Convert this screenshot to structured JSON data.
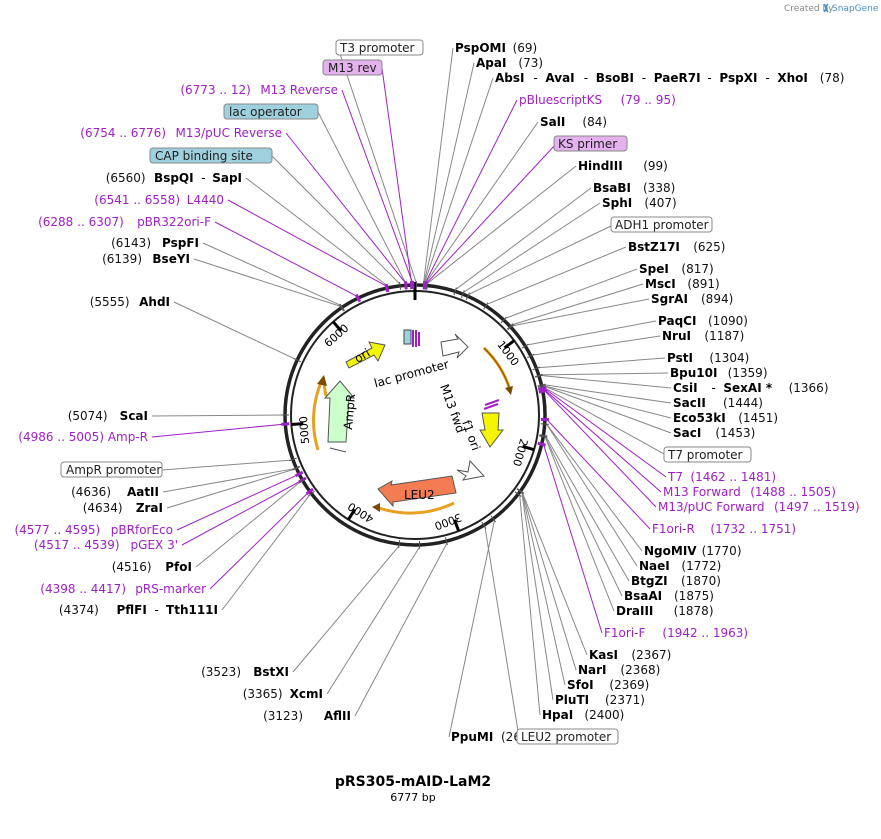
{
  "watermark": {
    "created_by": "Created by",
    "brand": "SnapGene"
  },
  "plasmid": {
    "name": "pRS305-mAID-LaM2",
    "size": "6777 bp"
  },
  "ticks": [
    "1000",
    "2000",
    "3000",
    "4000",
    "5000",
    "6000"
  ],
  "features": [
    {
      "id": "ori",
      "label": "ori",
      "color": "#f5f500"
    },
    {
      "id": "lac-promoter",
      "label": "lac promoter",
      "color": "#ffffff"
    },
    {
      "id": "ampr",
      "label": "AmpR",
      "color": "#ccffcc"
    },
    {
      "id": "m13-fwd",
      "label": "M13 fwd",
      "color": "#ffffff"
    },
    {
      "id": "f1-ori",
      "label": "f1 ori",
      "color": "#f5f500"
    },
    {
      "id": "leu2",
      "label": "LEU2",
      "color": "#f47c52"
    }
  ],
  "right_labels": [
    {
      "type": "box",
      "name": "T3 promoter"
    },
    {
      "type": "enzyme",
      "name": "PspOMI",
      "pos": "(69)"
    },
    {
      "type": "enzyme",
      "name": "ApaI",
      "pos": "(73)"
    },
    {
      "type": "enzyme_multi",
      "parts": [
        "AbsI",
        "AvaI",
        "BsoBI",
        "PaeR7I",
        "PspXI",
        "XhoI"
      ],
      "pos": "(78)"
    },
    {
      "type": "primer",
      "name": "pBluescriptKS",
      "pos": "(79 .. 95)"
    },
    {
      "type": "enzyme",
      "name": "SalI",
      "pos": "(84)"
    },
    {
      "type": "primerbox",
      "name": "KS primer"
    },
    {
      "type": "enzyme",
      "name": "HindIII",
      "pos": "(99)"
    },
    {
      "type": "enzyme",
      "name": "BsaBI",
      "pos": "(338)"
    },
    {
      "type": "enzyme",
      "name": "SphI",
      "pos": "(407)"
    },
    {
      "type": "box",
      "name": "ADH1 promoter"
    },
    {
      "type": "enzyme",
      "name": "BstZ17I",
      "pos": "(625)"
    },
    {
      "type": "enzyme",
      "name": "SpeI",
      "pos": "(817)"
    },
    {
      "type": "enzyme",
      "name": "MscI",
      "pos": "(891)"
    },
    {
      "type": "enzyme",
      "name": "SgrAI",
      "pos": "(894)"
    },
    {
      "type": "enzyme",
      "name": "PaqCI",
      "pos": "(1090)"
    },
    {
      "type": "enzyme",
      "name": "NruI",
      "pos": "(1187)"
    },
    {
      "type": "enzyme",
      "name": "PstI",
      "pos": "(1304)"
    },
    {
      "type": "enzyme",
      "name": "Bpu10I",
      "pos": "(1359)"
    },
    {
      "type": "enzyme_multi",
      "parts": [
        "CsiI",
        "SexAI *"
      ],
      "pos": "(1366)"
    },
    {
      "type": "enzyme",
      "name": "SacII",
      "pos": "(1444)"
    },
    {
      "type": "enzyme",
      "name": "Eco53kI",
      "pos": "(1451)"
    },
    {
      "type": "enzyme",
      "name": "SacI",
      "pos": "(1453)"
    },
    {
      "type": "box",
      "name": "T7 promoter"
    },
    {
      "type": "primer",
      "name": "T7",
      "pos": "(1462 .. 1481)"
    },
    {
      "type": "primer",
      "name": "M13 Forward",
      "pos": "(1488 .. 1505)"
    },
    {
      "type": "primer",
      "name": "M13/pUC Forward",
      "pos": "(1497 .. 1519)"
    },
    {
      "type": "primer",
      "name": "F1ori-R",
      "pos": "(1732 .. 1751)"
    },
    {
      "type": "enzyme",
      "name": "NgoMIV",
      "pos": "(1770)"
    },
    {
      "type": "enzyme",
      "name": "NaeI",
      "pos": "(1772)"
    },
    {
      "type": "enzyme",
      "name": "BtgZI",
      "pos": "(1870)"
    },
    {
      "type": "enzyme",
      "name": "BsaAI",
      "pos": "(1875)"
    },
    {
      "type": "enzyme",
      "name": "DraIII",
      "pos": "(1878)"
    },
    {
      "type": "primer",
      "name": "F1ori-F",
      "pos": "(1942 .. 1963)"
    },
    {
      "type": "enzyme",
      "name": "KasI",
      "pos": "(2367)"
    },
    {
      "type": "enzyme",
      "name": "NarI",
      "pos": "(2368)"
    },
    {
      "type": "enzyme",
      "name": "SfoI",
      "pos": "(2369)"
    },
    {
      "type": "enzyme",
      "name": "PluTI",
      "pos": "(2371)"
    },
    {
      "type": "enzyme",
      "name": "HpaI",
      "pos": "(2400)"
    },
    {
      "type": "enzyme",
      "name": "PpuMI",
      "pos": "(2697)"
    },
    {
      "type": "box",
      "name": "LEU2 promoter"
    }
  ],
  "left_labels": [
    {
      "type": "primerbox",
      "name": "M13 rev"
    },
    {
      "type": "primer",
      "name": "M13 Reverse",
      "pos": "(6773 .. 12)"
    },
    {
      "type": "bluebox",
      "name": "lac operator"
    },
    {
      "type": "primer",
      "name": "M13/pUC Reverse",
      "pos": "(6754 .. 6776)"
    },
    {
      "type": "bluebox",
      "name": "CAP binding site"
    },
    {
      "type": "enzyme_multi",
      "parts": [
        "BspQI",
        "SapI"
      ],
      "pos": "(6560)"
    },
    {
      "type": "primer",
      "name": "L4440",
      "pos": "(6541 .. 6558)"
    },
    {
      "type": "primer",
      "name": "pBR322ori-F",
      "pos": "(6288 .. 6307)"
    },
    {
      "type": "enzyme",
      "name": "PspFI",
      "pos": "(6143)"
    },
    {
      "type": "enzyme",
      "name": "BseYI",
      "pos": "(6139)"
    },
    {
      "type": "enzyme",
      "name": "AhdI",
      "pos": "(5555)"
    },
    {
      "type": "enzyme",
      "name": "ScaI",
      "pos": "(5074)"
    },
    {
      "type": "primer",
      "name": "Amp-R",
      "pos": "(4986 .. 5005)"
    },
    {
      "type": "box",
      "name": "AmpR promoter"
    },
    {
      "type": "enzyme",
      "name": "AatII",
      "pos": "(4636)"
    },
    {
      "type": "enzyme",
      "name": "ZraI",
      "pos": "(4634)"
    },
    {
      "type": "primer",
      "name": "pBRforEco",
      "pos": "(4577 .. 4595)"
    },
    {
      "type": "primer",
      "name": "pGEX 3'",
      "pos": "(4517 .. 4539)"
    },
    {
      "type": "enzyme",
      "name": "PfoI",
      "pos": "(4516)"
    },
    {
      "type": "primer",
      "name": "pRS-marker",
      "pos": "(4398 .. 4417)"
    },
    {
      "type": "enzyme_multi",
      "parts": [
        "PflFI",
        "Tth111I"
      ],
      "pos": "(4374)"
    },
    {
      "type": "enzyme",
      "name": "BstXI",
      "pos": "(3523)"
    },
    {
      "type": "enzyme",
      "name": "XcmI",
      "pos": "(3365)"
    },
    {
      "type": "enzyme",
      "name": "AflII",
      "pos": "(3123)"
    }
  ]
}
